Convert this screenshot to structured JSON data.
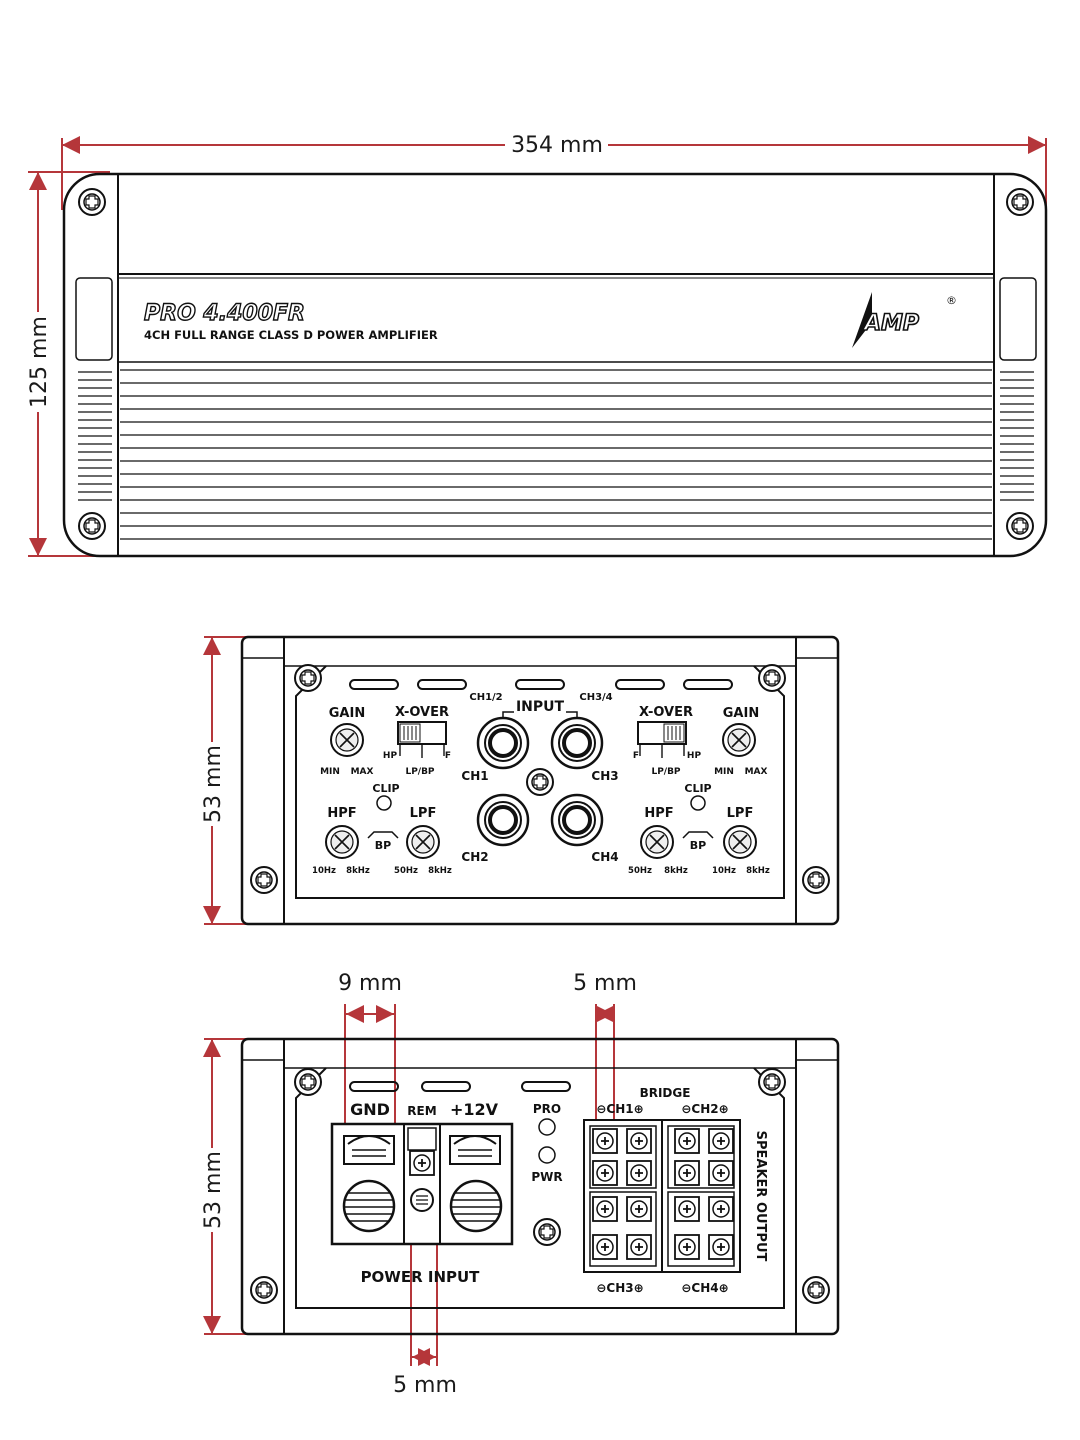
{
  "dimensions": {
    "width": "354 mm",
    "height": "125 mm",
    "front_height": "53 mm",
    "rear_height": "53 mm",
    "gnd_terminal": "9 mm",
    "speaker_terminal": "5 mm",
    "rem_terminal": "5 mm"
  },
  "top_view": {
    "model": "PRO 4.400FR",
    "subtitle": "4CH FULL RANGE CLASS D POWER AMPLIFIER",
    "logo": "AMP",
    "logo_mark": "®"
  },
  "front_panel": {
    "gain": "GAIN",
    "min": "MIN",
    "max": "MAX",
    "xover": "X-OVER",
    "hp": "HP",
    "f": "F",
    "lp_bp_left": "LP/BP",
    "lp_bp_right": "LP/BP",
    "input": "INPUT",
    "ch12": "CH1/2",
    "ch34": "CH3/4",
    "ch1": "CH1",
    "ch2": "CH2",
    "ch3": "CH3",
    "ch4": "CH4",
    "clip": "CLIP",
    "hpf": "HPF",
    "lpf": "LPF",
    "bp": "BP",
    "hz10": "10Hz",
    "khz8": "8kHz",
    "hz50": "50Hz"
  },
  "rear_panel": {
    "gnd": "GND",
    "rem": "REM",
    "plus12v": "+12V",
    "pro": "PRO",
    "pwr": "PWR",
    "power_input": "POWER INPUT",
    "bridge": "BRIDGE",
    "ch1": "⊖CH1⊕",
    "ch2": "⊖CH2⊕",
    "ch3": "⊖CH3⊕",
    "ch4": "⊖CH4⊕",
    "speaker_output": "SPEAKER OUTPUT"
  },
  "colors": {
    "dimension_line": "#b5363a",
    "outline": "#111111"
  }
}
